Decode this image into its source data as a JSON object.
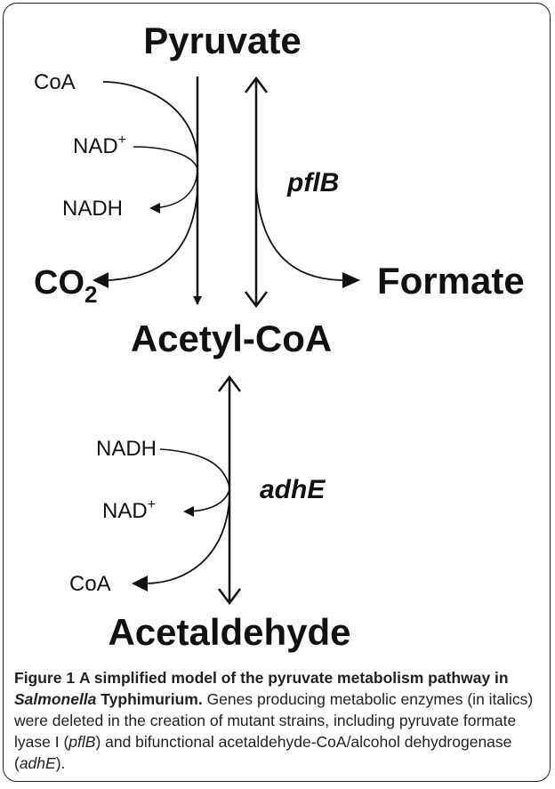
{
  "diagram": {
    "metabolites": {
      "pyruvate": "Pyruvate",
      "acetyl_coa": "Acetyl-CoA",
      "acetaldehyde": "Acetaldehyde",
      "formate": "Formate",
      "co2_main": "CO",
      "co2_sub": "2"
    },
    "cofactors": {
      "coa_top": "CoA",
      "nad_top": "NAD",
      "nad_top_sup": "+",
      "nadh_top": "NADH",
      "nadh_bottom": "NADH",
      "nad_bottom": "NAD",
      "nad_bottom_sup": "+",
      "coa_bottom": "CoA"
    },
    "genes": {
      "pflb": "pflB",
      "adhe": "adhE"
    }
  },
  "caption": {
    "label": "Figure 1",
    "title_part1": "A simplified model of the pyruvate metabolism pathway in",
    "title_organism": "Salmonella",
    "title_part2": "Typhimurium.",
    "body_part1": "Genes producing metabolic enzymes (in italics) were deleted in the creation of mutant strains, including pyruvate formate lyase I (",
    "gene1": "pflB",
    "body_part2": ") and bifunctional acetaldehyde-CoA/alcohol dehydrogenase (",
    "gene2": "adhE",
    "body_part3": ")."
  }
}
